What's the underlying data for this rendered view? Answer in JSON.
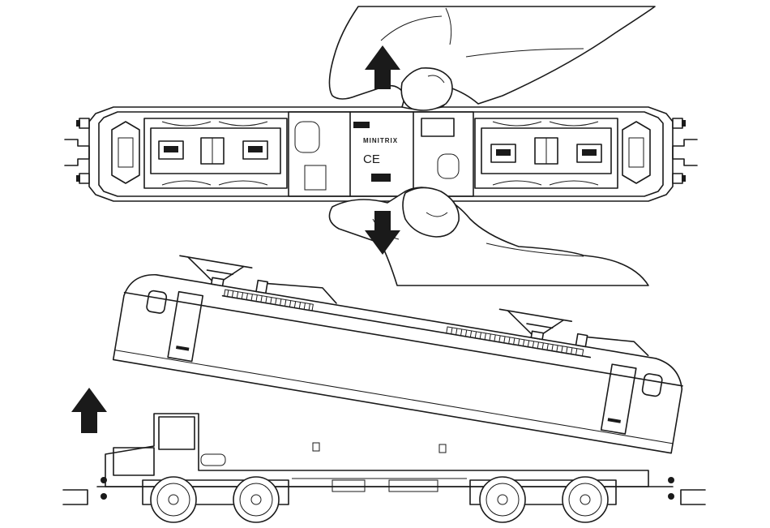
{
  "chassis_labels": {
    "brand": "MINITRIX",
    "mark": "CE"
  },
  "arrows": [
    {
      "name": "lift-up-arrow-top",
      "direction": "up"
    },
    {
      "name": "push-down-arrow",
      "direction": "down"
    },
    {
      "name": "lift-up-arrow-body",
      "direction": "up"
    }
  ],
  "colors": {
    "line": "#1a1a1a",
    "background": "#ffffff"
  }
}
